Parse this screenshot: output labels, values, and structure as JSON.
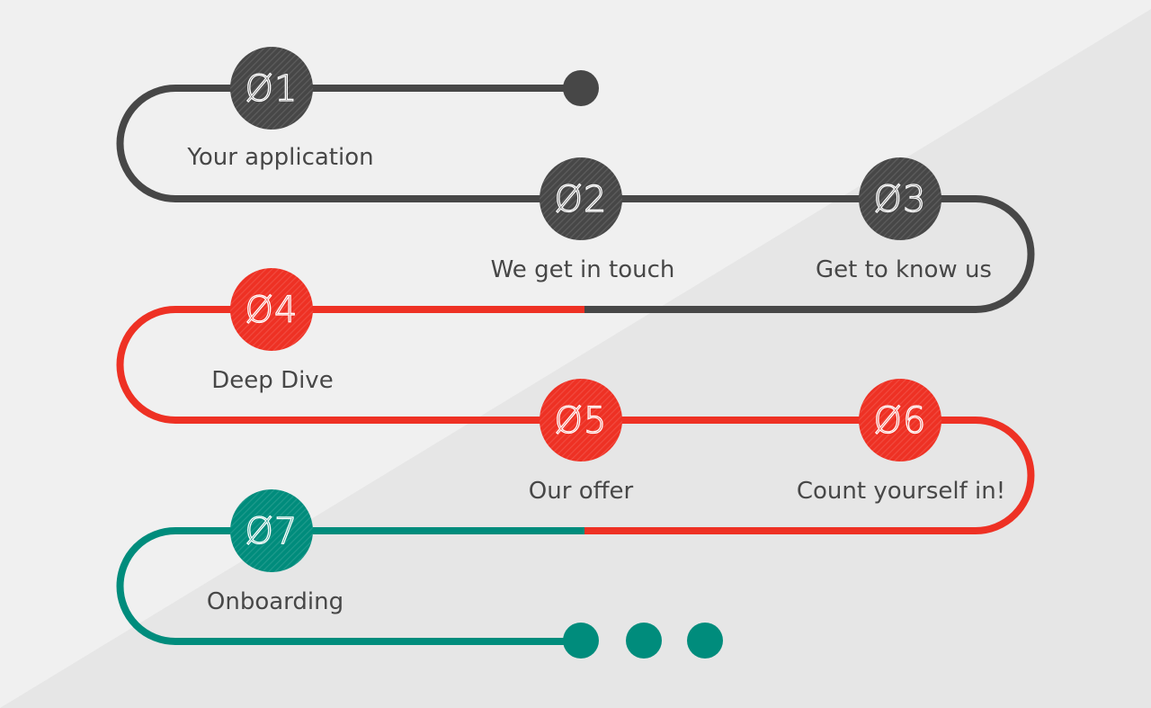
{
  "colors": {
    "bg_light": "#f0f0f0",
    "bg_dark": "#e6e6e6",
    "dark": "#474747",
    "red": "#ee3124",
    "teal": "#008c7c",
    "number_stroke": "#ffffff",
    "label_text": "#474747"
  },
  "steps": [
    {
      "number": "Ø1",
      "label": "Your application",
      "color": "#474747"
    },
    {
      "number": "Ø2",
      "label": "We get in touch",
      "color": "#474747"
    },
    {
      "number": "Ø3",
      "label": "Get to know us",
      "color": "#474747"
    },
    {
      "number": "Ø4",
      "label": "Deep Dive",
      "color": "#ee3124"
    },
    {
      "number": "Ø5",
      "label": "Our offer",
      "color": "#ee3124"
    },
    {
      "number": "Ø6",
      "label": "Count yourself in!",
      "color": "#ee3124"
    },
    {
      "number": "Ø7",
      "label": "Onboarding",
      "color": "#008c7c"
    }
  ]
}
